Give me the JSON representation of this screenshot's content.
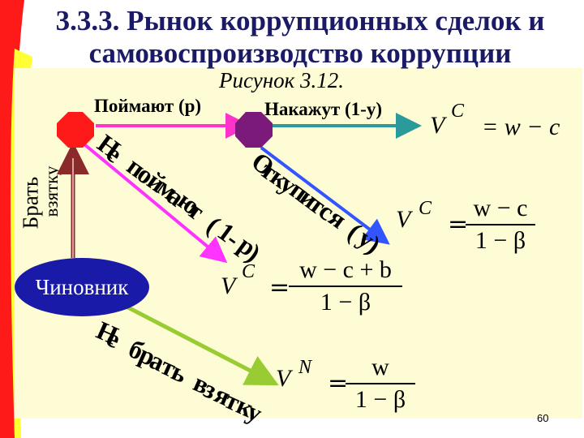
{
  "slide": {
    "title_line1": "3.3.3. Рынок коррупционных сделок и",
    "title_line2": "самовоспроизводство коррупции",
    "figure_caption": "Рисунок 3.12.",
    "page_number": "60"
  },
  "labels": {
    "catch": "Поймают (p)",
    "punish": "Накажут (1-y)",
    "take_bribe_word1": "Брать",
    "take_bribe_word2": "взятку",
    "official": "Чиновник",
    "not_catch": "Не поймают (1-p)",
    "buy_off": "Откупится (y)",
    "not_take": "Не брать взятку"
  },
  "formulas": {
    "f1": {
      "lhs": "V",
      "sup": "C",
      "rhs": "= w − c"
    },
    "f2": {
      "lhs": "V",
      "sup": "C",
      "eq": "=",
      "num": "w − c",
      "den": "1 − β"
    },
    "f3": {
      "lhs": "V",
      "sup": "C",
      "eq": "=",
      "num": "w − c + b",
      "den": "1 − β"
    },
    "f4": {
      "lhs": "V",
      "sup": "N",
      "eq": "=",
      "num": "w",
      "den": "1 − β"
    }
  },
  "colors": {
    "title": "#1a1a66",
    "background": "#fdfcd4",
    "official_node": "#1a1aa8",
    "catch_node": "#ff1a1a",
    "buy_off_node": "#7a1a7a",
    "arrow_take_bribe": "#8b2a2a",
    "arrow_catch": "#ff33cc",
    "arrow_not_catch": "#ff33ff",
    "arrow_punish": "#2a9a9a",
    "arrow_buy_off": "#3355ff",
    "arrow_not_take": "#99cc33",
    "stripe_red": "#ff1a1a",
    "stripe_yellow": "#ffff33"
  }
}
